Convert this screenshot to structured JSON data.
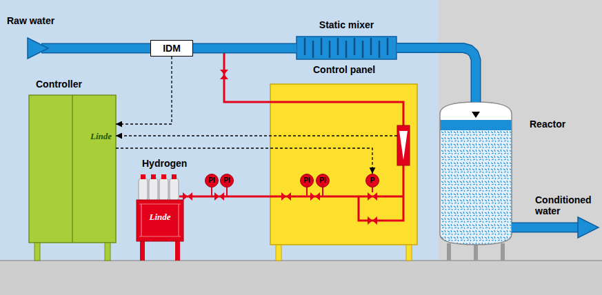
{
  "diagram": {
    "nodes": [
      {
        "text": [
          "IDM"
        ]
      },
      {
        "text": [
          "Static mixer"
        ]
      },
      {
        "text": [
          "Controller",
          "Linde"
        ]
      },
      {
        "text": [
          "Control panel"
        ]
      },
      {
        "text": [
          "PI"
        ],
        "in": 3
      },
      {
        "text": [
          "PI"
        ],
        "in": 3
      },
      {
        "text": [
          "P"
        ],
        "in": 3
      },
      {
        "text": [
          "Hydrogen",
          "Linde"
        ]
      },
      {
        "text": [
          "PI"
        ]
      },
      {
        "text": [
          "PI"
        ]
      },
      {
        "text": [
          "Reactor"
        ]
      }
    ],
    "edges": [
      {
        "from": 0,
        "to": 1,
        "arrow": "none"
      },
      {
        "from": 1,
        "to": 10,
        "arrow": "none"
      },
      {
        "from": 0,
        "to": 2,
        "arrow": "to"
      },
      {
        "from": 3,
        "to": 2,
        "arrow": "to"
      },
      {
        "from": 2,
        "to": 6,
        "arrow": "to"
      }
    ],
    "labels": [
      "Raw water",
      "Conditioned water"
    ]
  }
}
